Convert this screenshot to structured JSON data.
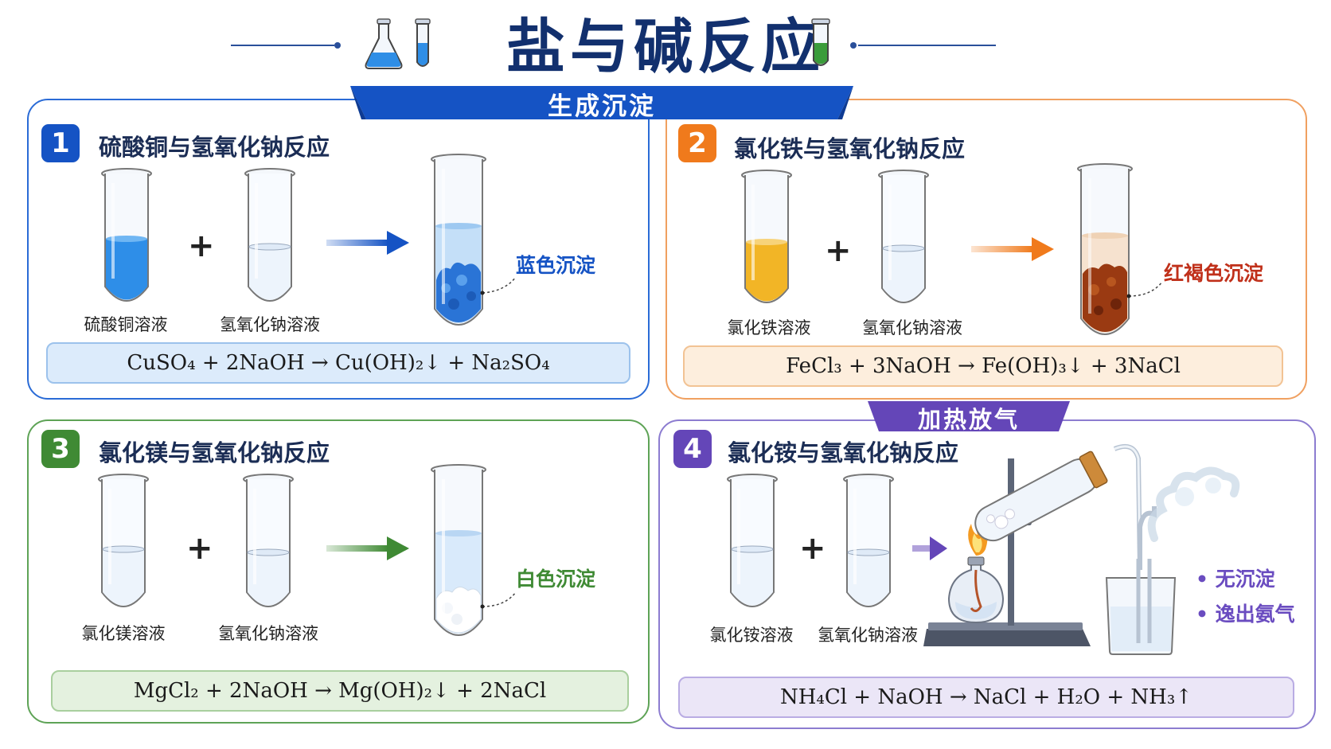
{
  "title": "盐与碱反应",
  "banner_top": "生成沉淀",
  "banner_heat": "加热放气",
  "panels": [
    {
      "number": "1",
      "title": "硫酸铜与氢氧化钠反应",
      "reagent_a": "硫酸铜溶液",
      "reagent_b": "氢氧化钠溶液",
      "precipitate": "蓝色沉淀",
      "equation": "CuSO₄ + 2NaOH → Cu(OH)₂↓ + Na₂SO₄",
      "colors": {
        "accent": "#1553c4",
        "solution": "#2e8ee8",
        "precipitate": "#2a74d6",
        "box": "#dcebfb"
      }
    },
    {
      "number": "2",
      "title": "氯化铁与氢氧化钠反应",
      "reagent_a": "氯化铁溶液",
      "reagent_b": "氢氧化钠溶液",
      "precipitate": "红褐色沉淀",
      "equation": "FeCl₃ + 3NaOH → Fe(OH)₃↓ + 3NaCl",
      "colors": {
        "accent": "#f07a1c",
        "solution": "#f2b526",
        "precipitate": "#9a3a12",
        "box": "#fdeedd"
      }
    },
    {
      "number": "3",
      "title": "氯化镁与氢氧化钠反应",
      "reagent_a": "氯化镁溶液",
      "reagent_b": "氢氧化钠溶液",
      "precipitate": "白色沉淀",
      "equation": "MgCl₂ + 2NaOH → Mg(OH)₂↓ + 2NaCl",
      "colors": {
        "accent": "#3f8a34",
        "solution": "#eef5ff",
        "precipitate": "#ffffff",
        "box": "#e4f1df"
      }
    },
    {
      "number": "4",
      "title": "氯化铵与氢氧化钠反应",
      "reagent_a": "氯化铵溶液",
      "reagent_b": "氢氧化钠溶液",
      "bullets": [
        "• 无沉淀",
        "• 逸出氨气"
      ],
      "equation": "NH₄Cl + NaOH → NaCl + H₂O + NH₃↑",
      "colors": {
        "accent": "#6446b8",
        "solution": "#eef5ff",
        "box": "#ebe6f7"
      }
    }
  ]
}
